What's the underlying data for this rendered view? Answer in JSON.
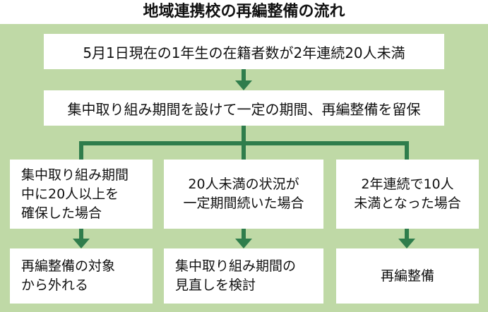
{
  "diagram": {
    "title": "地域連携校の再編整備の流れ",
    "step1": "5月1日現在の1年生の在籍者数が2年連続20人未満",
    "step2": "集中取り組み期間を設けて一定の期間、再編整備を留保",
    "branches": [
      {
        "condition": "集中取り組み期間\n中に20人以上を\n確保した場合",
        "result": "再編整備の対象\nから外れる"
      },
      {
        "condition": "20人未満の状況が\n一定期間続いた場合",
        "result": "集中取り組み期間の\n見直しを検討"
      },
      {
        "condition": "2年連続で10人\n未満となった場合",
        "result": "再編整備"
      }
    ],
    "colors": {
      "panel": "#bfd9a6",
      "connector": "#2f7d4c",
      "box": "#ffffff"
    }
  }
}
